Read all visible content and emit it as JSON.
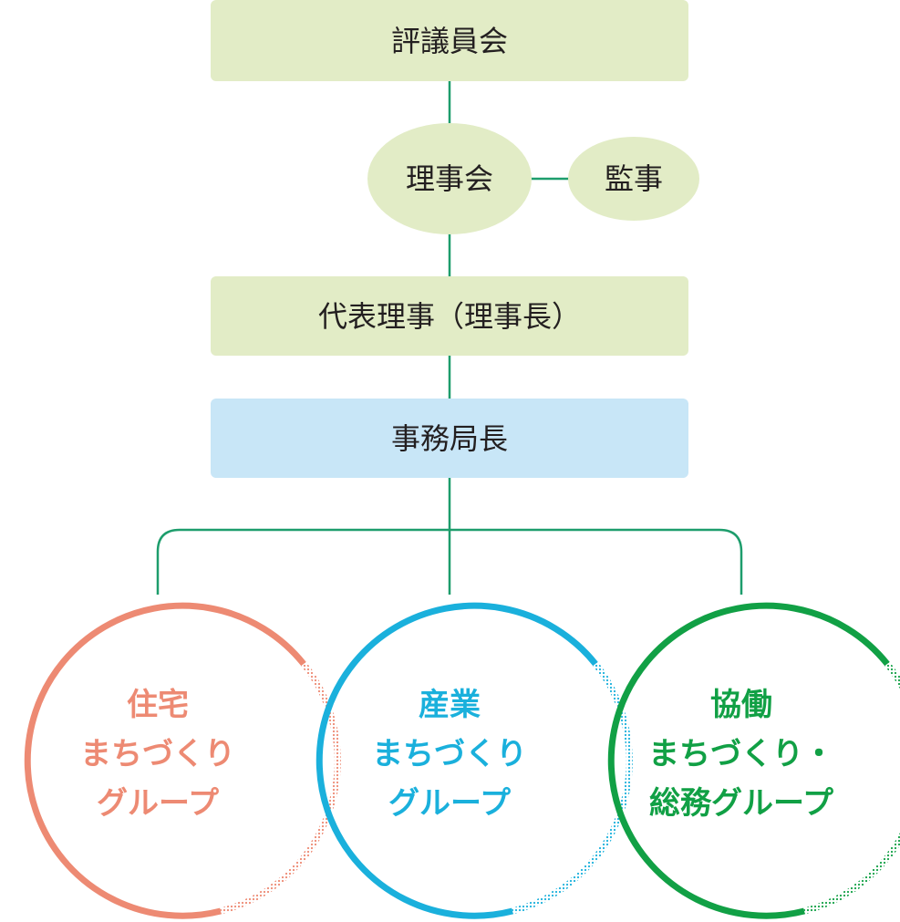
{
  "nodes": {
    "council": "評議員会",
    "board": "理事会",
    "auditor": "監事",
    "representative": "代表理事（理事長）",
    "secretariat": "事務局長"
  },
  "groups": {
    "housing": {
      "line1": "住宅",
      "line2": "まちづくり",
      "line3": "グループ",
      "color": "#ed8a73"
    },
    "industry": {
      "line1": "産業",
      "line2": "まちづくり",
      "line3": "グループ",
      "color": "#1ab0dc"
    },
    "cooperation": {
      "line1": "協働",
      "line2": "まちづくり・",
      "line3": "総務グループ",
      "color": "#11a045"
    }
  },
  "colors": {
    "box_green": "#e2ecc6",
    "box_blue": "#c8e6f7",
    "connector": "#1d9d6c",
    "text": "#231f20"
  }
}
